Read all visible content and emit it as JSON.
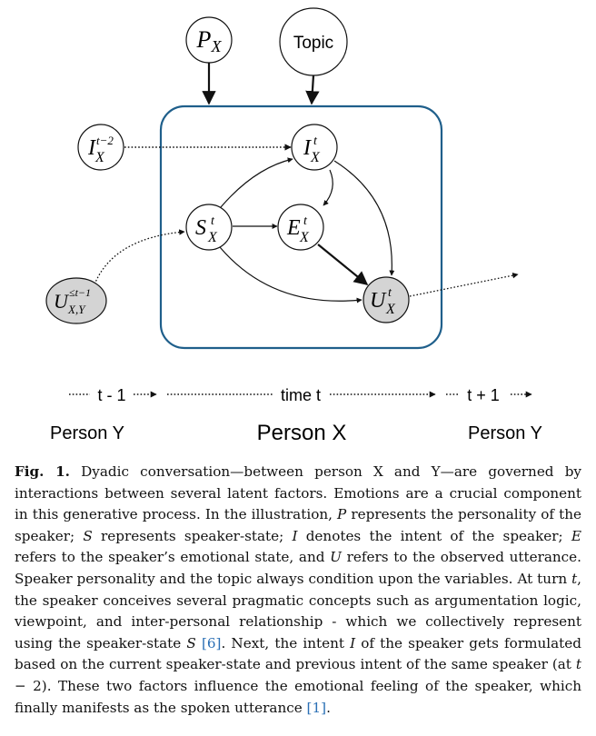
{
  "nodes": {
    "p": {
      "main": "P",
      "sub": "X",
      "sup": ""
    },
    "topic": {
      "label": "Topic"
    },
    "i_prev": {
      "main": "I",
      "sub": "X",
      "sup": "t−2"
    },
    "i": {
      "main": "I",
      "sub": "X",
      "sup": "t"
    },
    "s": {
      "main": "S",
      "sub": "X",
      "sup": "t"
    },
    "e": {
      "main": "E",
      "sub": "X",
      "sup": "t"
    },
    "u_prev": {
      "main": "U",
      "sub": "X,Y",
      "sup": "≤t−1"
    },
    "u": {
      "main": "U",
      "sub": "X",
      "sup": "t"
    }
  },
  "timeline": {
    "t_minus_1": "t - 1",
    "t": "time t",
    "t_plus_1": "t + 1"
  },
  "persons": {
    "left": "Person Y",
    "center": "Person X",
    "right": "Person Y"
  },
  "caption": {
    "label": "Fig. 1.",
    "p1": " Dyadic conversation—between person X and Y—are governed by interactions between several latent factors. Emotions are a crucial component in this generative process. In the illustration, ",
    "v_p": "P",
    "p2": " represents the personality of the speaker; ",
    "v_s": "S",
    "p3": " represents speaker-state; ",
    "v_i": "I",
    "p4": " denotes the intent of the speaker; ",
    "v_e": "E",
    "p5": " refers to the speaker’s emotional state, and ",
    "v_u": "U",
    "p6": " refers to the observed utterance. Speaker personality and the topic always condition upon the variables. At turn ",
    "v_t": "t",
    "p7": ", the speaker conceives several pragmatic concepts such as argumentation logic, viewpoint, and inter-personal relationship - which we collectively represent using the speaker-state ",
    "v_s2": "S",
    "ref6": "[6]",
    "p8": ". Next, the intent ",
    "v_i2": "I",
    "p9": " of the speaker gets formulated based on the current speaker-state and previous intent of the same speaker (at ",
    "v_t2": "t",
    "p10": " − 2). These two factors influence the emotional feeling of the speaker, which finally manifests as the spoken utterance ",
    "ref1": "[1]",
    "p11": "."
  },
  "colors": {
    "box": "#1f5f8b",
    "node_fill": "#ffffff",
    "shaded_fill": "#d4d4d4",
    "stroke": "#111111",
    "ref": "#2a6fb5"
  }
}
